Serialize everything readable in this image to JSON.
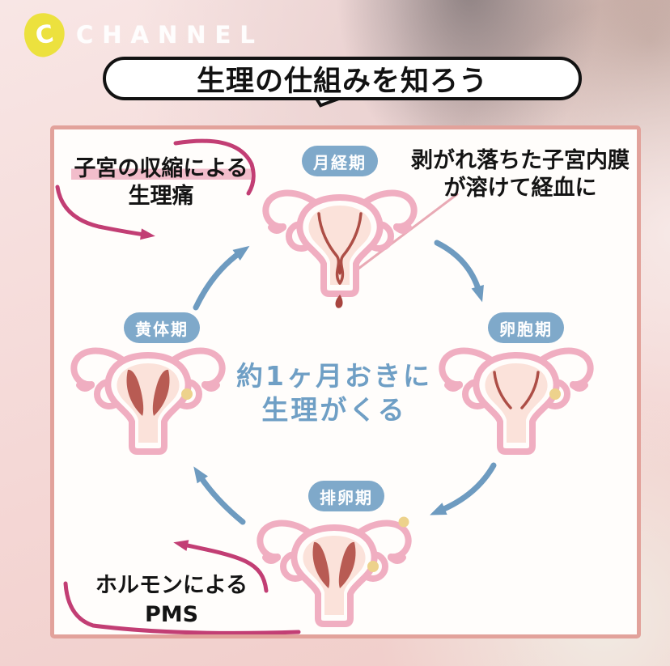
{
  "brand": {
    "logo_letter": "C",
    "logo_name": "CHANNEL"
  },
  "title": "生理の仕組みを知ろう",
  "diagram": {
    "type": "cycle",
    "center_caption": {
      "line1": "約1ヶ月おきに",
      "line2": "生理がくる"
    },
    "phases": [
      {
        "id": "menstrual",
        "label": "月経期",
        "position": "top"
      },
      {
        "id": "follicular",
        "label": "卵胞期",
        "position": "right"
      },
      {
        "id": "ovulation",
        "label": "排卵期",
        "position": "bottom"
      },
      {
        "id": "luteal",
        "label": "黄体期",
        "position": "left"
      }
    ],
    "annotations": {
      "uterine_contraction": {
        "line1": "子宮の収縮による",
        "line2": "生理痛",
        "points_to": "月経期"
      },
      "endometrium_shedding": {
        "line1": "剥がれ落ちた子宮内膜",
        "line2": "が溶けて経血に",
        "points_to": "月経期"
      },
      "hormonal_pms": {
        "line1": "ホルモンによる",
        "line2": "PMS",
        "points_to": "黄体期"
      }
    }
  },
  "colors": {
    "accent_blue": "#6f9fc5",
    "pill_blue": "#7fa9ca",
    "annotation_magenta": "#c23e74",
    "card_border_pink": "#e2a29b",
    "uterus_outline_pink": "#f0aec1",
    "cavity_pink": "#fbe2da",
    "lining_red": "#b2544c",
    "follicle_yellow": "#edd28c",
    "logo_yellow": "#ece13e",
    "highlight_pink": "#f2bdcb"
  }
}
